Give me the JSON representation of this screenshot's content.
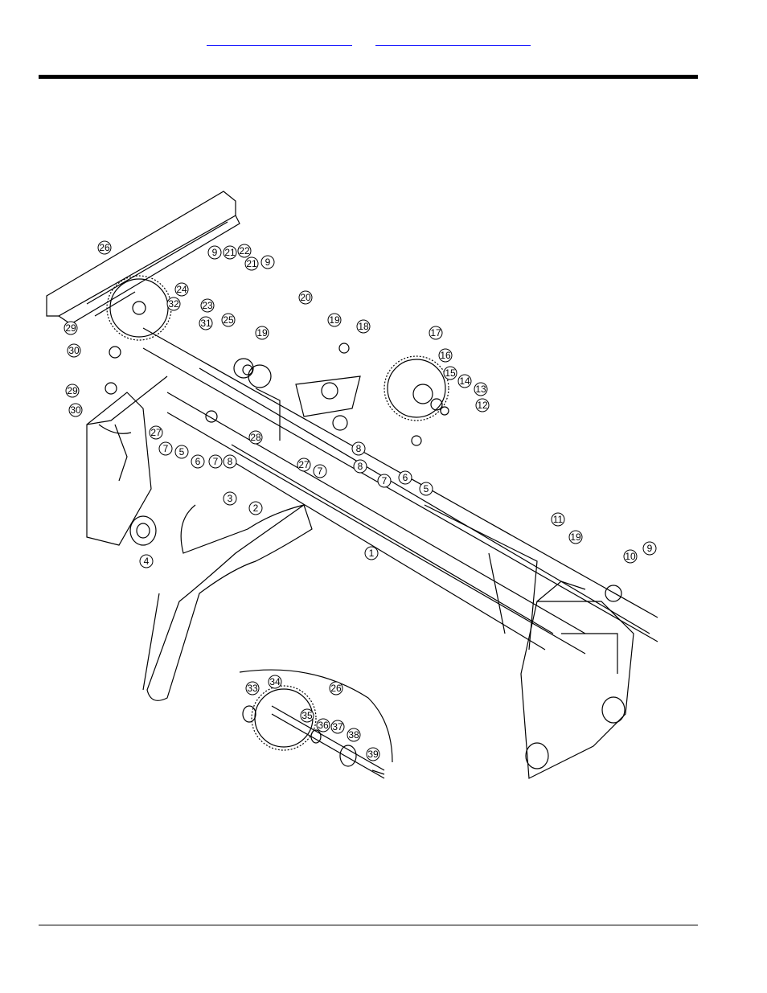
{
  "header": {
    "link_left": "",
    "link_right": ""
  },
  "callouts": [
    "26",
    "9",
    "21",
    "22",
    "21",
    "9",
    "24",
    "23",
    "32",
    "20",
    "19",
    "18",
    "29",
    "31",
    "25",
    "19",
    "17",
    "16",
    "30",
    "15",
    "14",
    "13",
    "12",
    "29",
    "30",
    "27",
    "7",
    "5",
    "6",
    "7",
    "8",
    "28",
    "8",
    "27",
    "7",
    "8",
    "7",
    "6",
    "5",
    "3",
    "2",
    "11",
    "19",
    "10",
    "9",
    "4",
    "1",
    "33",
    "34",
    "26",
    "35",
    "36",
    "37",
    "38",
    "39"
  ]
}
